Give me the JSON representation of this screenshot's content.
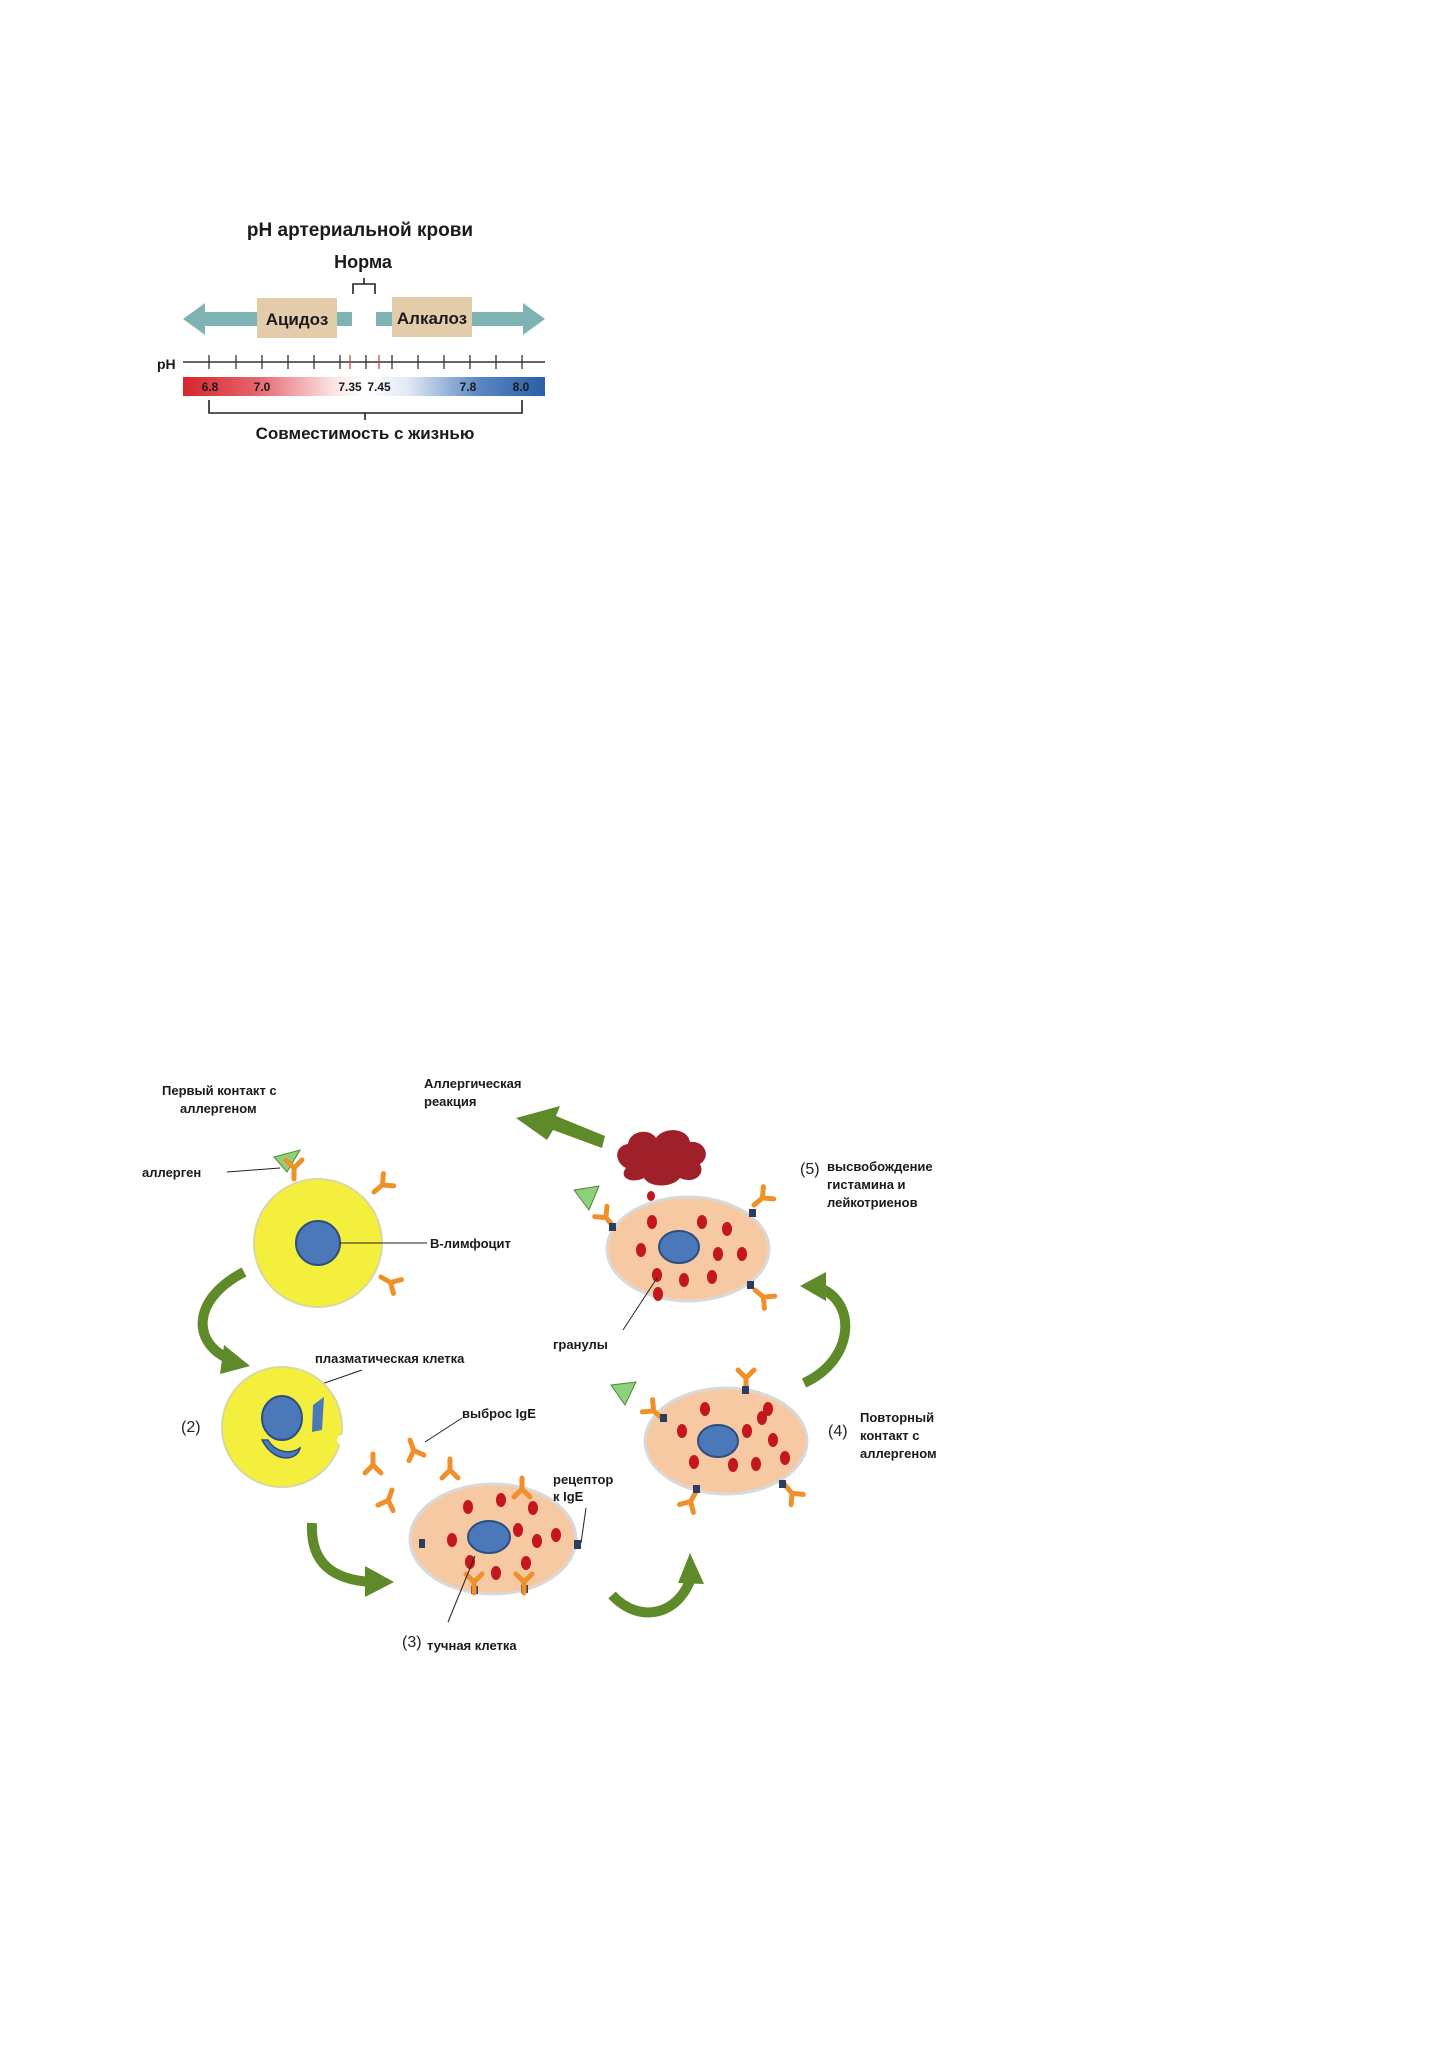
{
  "ph_diagram": {
    "title": "pH артериальной крови",
    "norm_label": "Норма",
    "acidosis_label": "Ацидоз",
    "alkalosis_label": "Алкалоз",
    "axis_label": "pH",
    "tick_values": [
      "6.8",
      "7.0",
      "7.35",
      "7.45",
      "7.8",
      "8.0"
    ],
    "compat_label": "Совместимость с жизнью",
    "colors": {
      "arrow": "#7fb3b3",
      "box": "#e3ccaa",
      "acid": "#d7252b",
      "alk": "#2a5fa8"
    }
  },
  "allergy_diagram": {
    "first_contact": "Первый контакт с аллергеном",
    "allergen": "аллерген",
    "b_lymphocyte": "В-лимфоцит",
    "allergic_reaction": "Аллергическая реакция",
    "step5_num": "(5)",
    "step5_text": "высвобождение гистамина и лейкотриенов",
    "granules": "гранулы",
    "plasma_cell": "плазматическая клетка",
    "step2_num": "(2)",
    "ige_release": "выброс IgE",
    "receptor": "рецептор к IgE",
    "step4_num": "(4)",
    "step4_text": "Повторный контакт с аллергеном",
    "step3_num": "(3)",
    "mast_cell": "тучная клетка",
    "colors": {
      "yellow": "#f4ef3c",
      "cell": "#f6c9a2",
      "nucleus": "#4a78b8",
      "granule": "#c4161c",
      "antibody": "#f0902a",
      "arrow": "#5f8a2a",
      "cloud": "#a0202a"
    }
  }
}
